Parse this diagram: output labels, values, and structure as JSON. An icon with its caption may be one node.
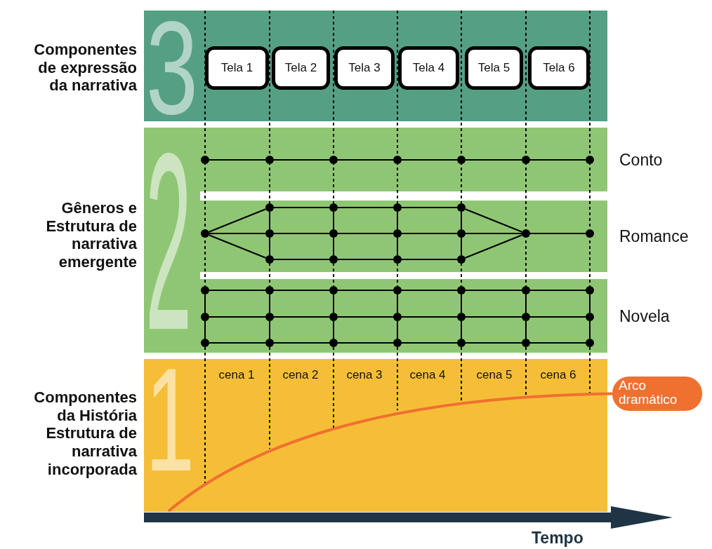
{
  "diagram": {
    "nodes": [
      {
        "text": [
          "Componentes de expressão da narrativa",
          "3"
        ]
      },
      {
        "text": [
          "Tela 1"
        ],
        "in": 0
      },
      {
        "text": [
          "Tela 2"
        ],
        "in": 0
      },
      {
        "text": [
          "Tela 3"
        ],
        "in": 0
      },
      {
        "text": [
          "Tela 4"
        ],
        "in": 0
      },
      {
        "text": [
          "Tela 5"
        ],
        "in": 0
      },
      {
        "text": [
          "Tela 6"
        ],
        "in": 0
      },
      {
        "text": [
          "Gêneros e Estrutura de narrativa emergente",
          "2"
        ]
      },
      {
        "text": [
          "Conto"
        ],
        "in": 7
      },
      {
        "text": [
          "Romance"
        ],
        "in": 7
      },
      {
        "text": [
          "Novela"
        ],
        "in": 7
      },
      {
        "text": [
          "Componentes da História Estrutura de narrativa incorporada",
          "1"
        ]
      },
      {
        "text": [
          "Arco dramático"
        ]
      },
      {
        "text": [],
        "shape": "circle",
        "in": 8
      },
      {
        "text": [],
        "shape": "circle",
        "in": 8
      },
      {
        "text": [],
        "shape": "circle",
        "in": 8
      },
      {
        "text": [],
        "shape": "circle",
        "in": 8
      },
      {
        "text": [],
        "shape": "circle",
        "in": 8
      },
      {
        "text": [],
        "shape": "circle",
        "in": 8
      },
      {
        "text": [],
        "shape": "circle",
        "in": 8
      },
      {
        "text": [],
        "shape": "circle",
        "in": 9
      },
      {
        "text": [],
        "shape": "circle",
        "in": 9
      },
      {
        "text": [],
        "shape": "circle",
        "in": 9
      },
      {
        "text": [],
        "shape": "circle",
        "in": 9
      },
      {
        "text": [],
        "shape": "circle",
        "in": 9
      },
      {
        "text": [],
        "shape": "circle",
        "in": 9
      },
      {
        "text": [],
        "shape": "circle",
        "in": 9
      },
      {
        "text": [],
        "shape": "circle",
        "in": 9
      },
      {
        "text": [],
        "shape": "circle",
        "in": 9
      },
      {
        "text": [],
        "shape": "circle",
        "in": 9
      },
      {
        "text": [],
        "shape": "circle",
        "in": 9
      },
      {
        "text": [],
        "shape": "circle",
        "in": 9
      },
      {
        "text": [],
        "shape": "circle",
        "in": 9
      },
      {
        "text": [],
        "shape": "circle",
        "in": 9
      },
      {
        "text": [],
        "shape": "circle",
        "in": 9
      },
      {
        "text": [],
        "shape": "circle",
        "in": 10
      },
      {
        "text": [],
        "shape": "circle",
        "in": 10
      },
      {
        "text": [],
        "shape": "circle",
        "in": 10
      },
      {
        "text": [],
        "shape": "circle",
        "in": 10
      },
      {
        "text": [],
        "shape": "circle",
        "in": 10
      },
      {
        "text": [],
        "shape": "circle",
        "in": 10
      },
      {
        "text": [],
        "shape": "circle",
        "in": 10
      },
      {
        "text": [],
        "shape": "circle",
        "in": 10
      },
      {
        "text": [],
        "shape": "circle",
        "in": 10
      },
      {
        "text": [],
        "shape": "circle",
        "in": 10
      },
      {
        "text": [],
        "shape": "circle",
        "in": 10
      },
      {
        "text": [],
        "shape": "circle",
        "in": 10
      },
      {
        "text": [],
        "shape": "circle",
        "in": 10
      },
      {
        "text": [],
        "shape": "circle",
        "in": 10
      },
      {
        "text": [],
        "shape": "circle",
        "in": 10
      },
      {
        "text": [],
        "shape": "circle",
        "in": 10
      },
      {
        "text": [],
        "shape": "circle",
        "in": 10
      },
      {
        "text": [],
        "shape": "circle",
        "in": 10
      },
      {
        "text": [],
        "shape": "circle",
        "in": 10
      },
      {
        "text": [],
        "shape": "circle",
        "in": 10
      },
      {
        "text": [],
        "shape": "circle",
        "in": 10
      }
    ],
    "edges": [
      {
        "from": 13,
        "to": 14,
        "arrow": "none"
      },
      {
        "from": 14,
        "to": 15,
        "arrow": "none"
      },
      {
        "from": 15,
        "to": 16,
        "arrow": "none"
      },
      {
        "from": 16,
        "to": 17,
        "arrow": "none"
      },
      {
        "from": 17,
        "to": 18,
        "arrow": "none"
      },
      {
        "from": 18,
        "to": 19,
        "arrow": "none"
      },
      {
        "from": 20,
        "to": 21,
        "arrow": "none"
      },
      {
        "from": 20,
        "to": 22,
        "arrow": "none"
      },
      {
        "from": 20,
        "to": 23,
        "arrow": "none"
      },
      {
        "from": 21,
        "to": 24,
        "arrow": "none"
      },
      {
        "from": 22,
        "to": 25,
        "arrow": "none"
      },
      {
        "from": 23,
        "to": 26,
        "arrow": "none"
      },
      {
        "from": 24,
        "to": 27,
        "arrow": "none"
      },
      {
        "from": 25,
        "to": 28,
        "arrow": "none"
      },
      {
        "from": 26,
        "to": 29,
        "arrow": "none"
      },
      {
        "from": 27,
        "to": 30,
        "arrow": "none"
      },
      {
        "from": 28,
        "to": 31,
        "arrow": "none"
      },
      {
        "from": 29,
        "to": 32,
        "arrow": "none"
      },
      {
        "from": 30,
        "to": 33,
        "arrow": "none"
      },
      {
        "from": 31,
        "to": 33,
        "arrow": "none"
      },
      {
        "from": 32,
        "to": 33,
        "arrow": "none"
      },
      {
        "from": 33,
        "to": 34,
        "arrow": "none"
      },
      {
        "from": 21,
        "to": 22,
        "arrow": "none"
      },
      {
        "from": 22,
        "to": 23,
        "arrow": "none"
      },
      {
        "from": 24,
        "to": 25,
        "arrow": "none"
      },
      {
        "from": 25,
        "to": 26,
        "arrow": "none"
      },
      {
        "from": 27,
        "to": 28,
        "arrow": "none"
      },
      {
        "from": 28,
        "to": 29,
        "arrow": "none"
      },
      {
        "from": 30,
        "to": 31,
        "arrow": "none"
      },
      {
        "from": 31,
        "to": 32,
        "arrow": "none"
      },
      {
        "from": 35,
        "to": 36,
        "arrow": "none"
      },
      {
        "from": 36,
        "to": 37,
        "arrow": "none"
      },
      {
        "from": 37,
        "to": 38,
        "arrow": "none"
      },
      {
        "from": 38,
        "to": 39,
        "arrow": "none"
      },
      {
        "from": 39,
        "to": 40,
        "arrow": "none"
      },
      {
        "from": 40,
        "to": 41,
        "arrow": "none"
      },
      {
        "from": 42,
        "to": 43,
        "arrow": "none"
      },
      {
        "from": 43,
        "to": 44,
        "arrow": "none"
      },
      {
        "from": 44,
        "to": 45,
        "arrow": "none"
      },
      {
        "from": 45,
        "to": 46,
        "arrow": "none"
      },
      {
        "from": 46,
        "to": 47,
        "arrow": "none"
      },
      {
        "from": 47,
        "to": 48,
        "arrow": "none"
      },
      {
        "from": 49,
        "to": 50,
        "arrow": "none"
      },
      {
        "from": 50,
        "to": 51,
        "arrow": "none"
      },
      {
        "from": 51,
        "to": 52,
        "arrow": "none"
      },
      {
        "from": 52,
        "to": 53,
        "arrow": "none"
      },
      {
        "from": 53,
        "to": 54,
        "arrow": "none"
      },
      {
        "from": 54,
        "to": 55,
        "arrow": "none"
      },
      {
        "from": 35,
        "to": 42,
        "arrow": "none"
      },
      {
        "from": 42,
        "to": 49,
        "arrow": "none"
      },
      {
        "from": 36,
        "to": 43,
        "arrow": "none"
      },
      {
        "from": 43,
        "to": 50,
        "arrow": "none"
      },
      {
        "from": 37,
        "to": 44,
        "arrow": "none"
      },
      {
        "from": 44,
        "to": 51,
        "arrow": "none"
      },
      {
        "from": 38,
        "to": 45,
        "arrow": "none"
      },
      {
        "from": 45,
        "to": 52,
        "arrow": "none"
      },
      {
        "from": 39,
        "to": 46,
        "arrow": "none"
      },
      {
        "from": 46,
        "to": 53,
        "arrow": "none"
      },
      {
        "from": 40,
        "to": 47,
        "arrow": "none"
      },
      {
        "from": 47,
        "to": 54,
        "arrow": "none"
      },
      {
        "from": 41,
        "to": 48,
        "arrow": "none"
      },
      {
        "from": 48,
        "to": 55,
        "arrow": "none"
      },
      {
        "from": 11,
        "to": 12,
        "arrow": "none",
        "style": "thick",
        "color": "#f07030"
      }
    ],
    "labels": [
      "cena 1",
      "cena 2",
      "cena 3",
      "cena 4",
      "cena 5",
      "cena 6",
      "Tempo"
    ]
  }
}
